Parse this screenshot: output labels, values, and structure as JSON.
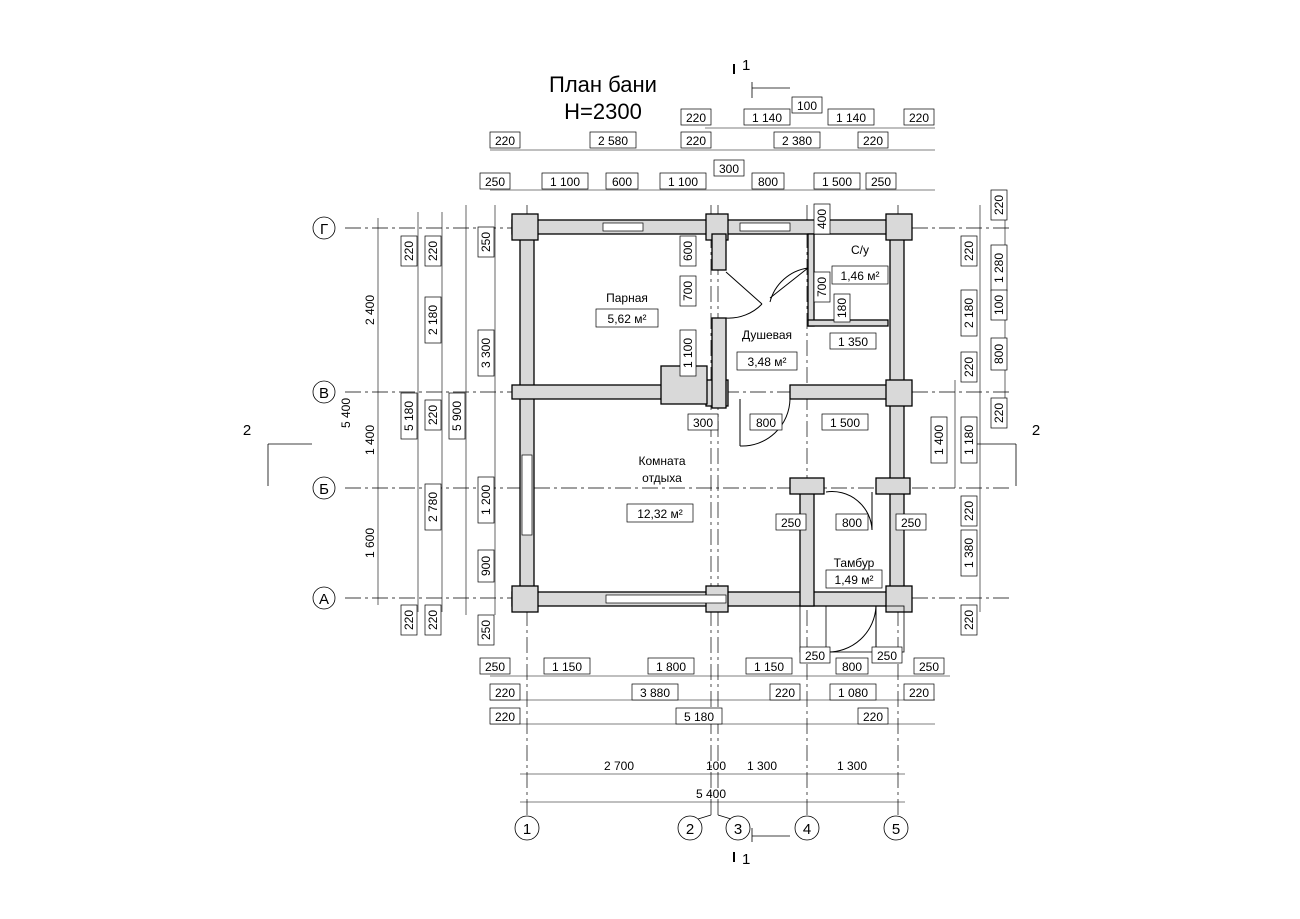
{
  "title": {
    "line1": "План бани",
    "line2": "H=2300"
  },
  "rooms": [
    {
      "name": "Парная",
      "area": "5,62 м²"
    },
    {
      "name": "Душевая",
      "area": "3,48 м²"
    },
    {
      "name": "С/у",
      "area": "1,46 м²"
    },
    {
      "name_line1": "Комната",
      "name_line2": "отдыха",
      "area": "12,32 м²"
    },
    {
      "name": "Тамбур",
      "area": "1,49 м²"
    }
  ],
  "axes_letters": [
    "Г",
    "В",
    "Б",
    "А"
  ],
  "axes_numbers": [
    "1",
    "2",
    "3",
    "4",
    "5"
  ],
  "sections": {
    "s1": "1",
    "s2": "2"
  },
  "dims": {
    "top_row1": [
      "220",
      "1 140",
      "100",
      "1 140",
      "220"
    ],
    "top_row2": [
      "220",
      "2 580",
      "220",
      "2 380",
      "220"
    ],
    "top_row3": [
      "250",
      "1 100",
      "600",
      "1 100",
      "300",
      "800",
      "1 500",
      "250"
    ],
    "bottom_row1": [
      "250",
      "1 150",
      "1 800",
      "1 150",
      "250",
      "800",
      "250",
      "250"
    ],
    "bottom_row2": [
      "220",
      "3 880",
      "220",
      "1 080",
      "220"
    ],
    "bottom_row3": [
      "220",
      "5 180",
      "220"
    ],
    "bottom_axes": [
      "2 700",
      "100",
      "1 300",
      "1 300"
    ],
    "bottom_total": "5 400",
    "left_col1": [
      "2 400",
      "1 400",
      "1 600"
    ],
    "left_total": "5 400",
    "left_col2": [
      "220",
      "2 180",
      "220",
      "2 780",
      "220"
    ],
    "left_col2_total": "5 180",
    "left_col3_total": "5 900",
    "left_col4": [
      "250",
      "3 300",
      "1 200",
      "900",
      "250"
    ],
    "right_col1": [
      "220",
      "1 280",
      "100",
      "800",
      "220"
    ],
    "right_col2": [
      "220",
      "2 180",
      "220",
      "1 180",
      "220",
      "1 380",
      "220"
    ],
    "right_col3": [
      "1 400"
    ],
    "interior": {
      "partition_v": [
        "600",
        "700",
        "1 100"
      ],
      "su": [
        "400",
        "700",
        "180",
        "1 350"
      ],
      "doors_mid": [
        "300",
        "800",
        "1 500"
      ],
      "tambur": [
        "250",
        "800",
        "250"
      ]
    }
  }
}
